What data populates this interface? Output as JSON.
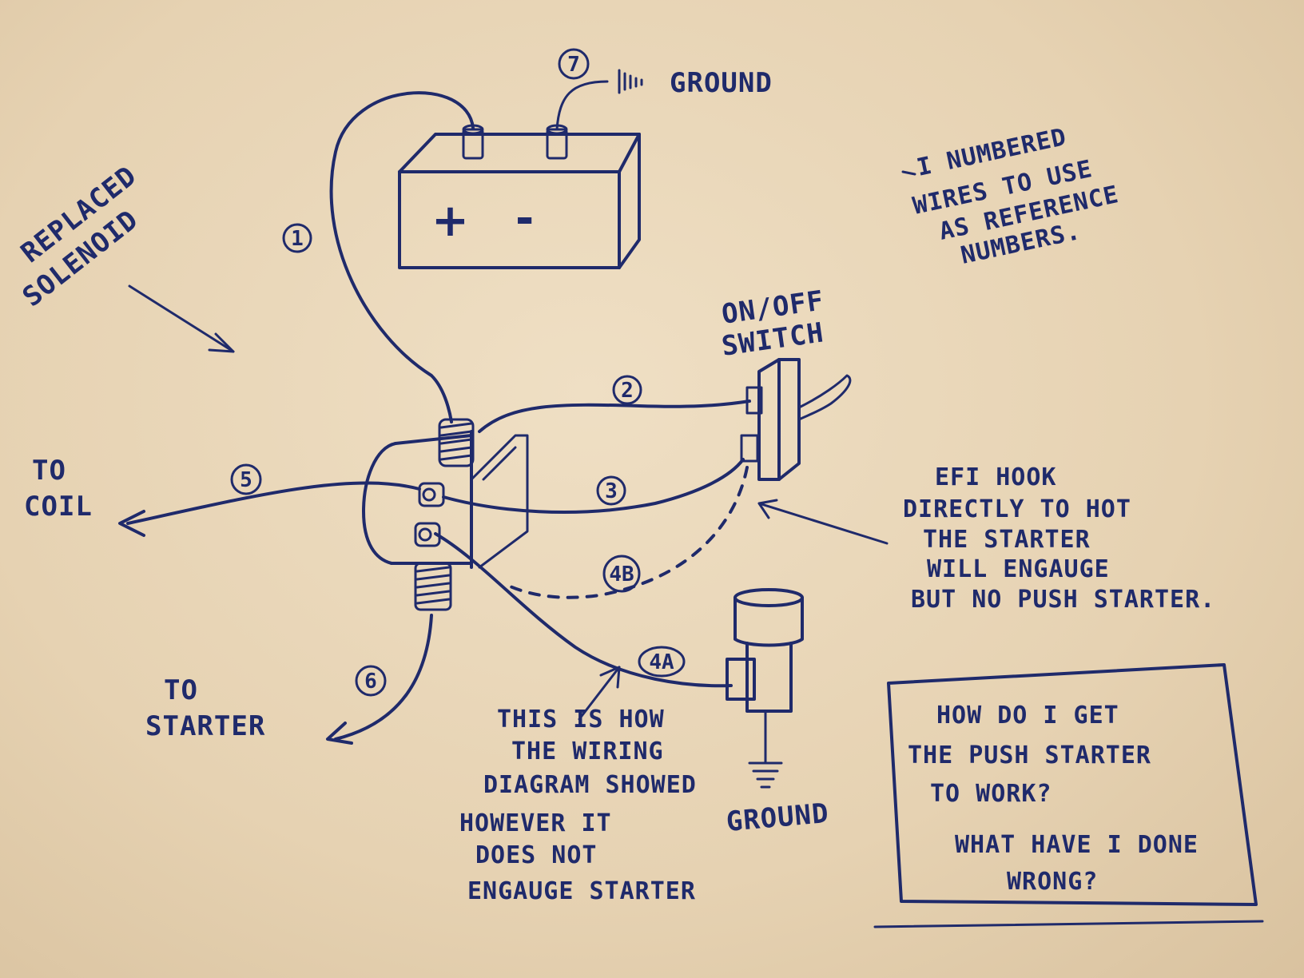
{
  "labels": {
    "replaced_solenoid": [
      "REPLACED",
      "SOLENOID"
    ],
    "ground_top": "GROUND",
    "on_off_switch": [
      "ON/OFF",
      "SWITCH"
    ],
    "to_coil": [
      "TO",
      "COIL"
    ],
    "to_starter": [
      "TO",
      "STARTER"
    ],
    "ground_bottom": "GROUND",
    "battery_plus": "+",
    "battery_minus": "-"
  },
  "wire_numbers": {
    "w1": "1",
    "w2": "2",
    "w3": "3",
    "w4a": "4A",
    "w4b": "4B",
    "w5": "5",
    "w6": "6",
    "w7": "7"
  },
  "notes": {
    "numbered_wires": [
      "I NUMBERED",
      "WIRES TO USE",
      "AS REFERENCE",
      "NUMBERS."
    ],
    "efi_hook": [
      "EFI HOOK",
      "DIRECTLY TO HOT",
      "THE STARTER",
      "WILL ENGAUGE",
      "BUT NO PUSH STARTER."
    ],
    "wiring_diagram": [
      "THIS IS HOW",
      "THE WIRING",
      "DIAGRAM SHOWED",
      "HOWEVER IT",
      "DOES NOT",
      "ENGAUGE STARTER"
    ],
    "question_box": [
      "HOW DO I GET",
      "THE PUSH STARTER",
      "TO WORK?",
      "WHAT HAVE I DONE",
      "WRONG?"
    ]
  },
  "colors": {
    "paper": "#e7d4b5",
    "ink": "#1f2a6b"
  }
}
